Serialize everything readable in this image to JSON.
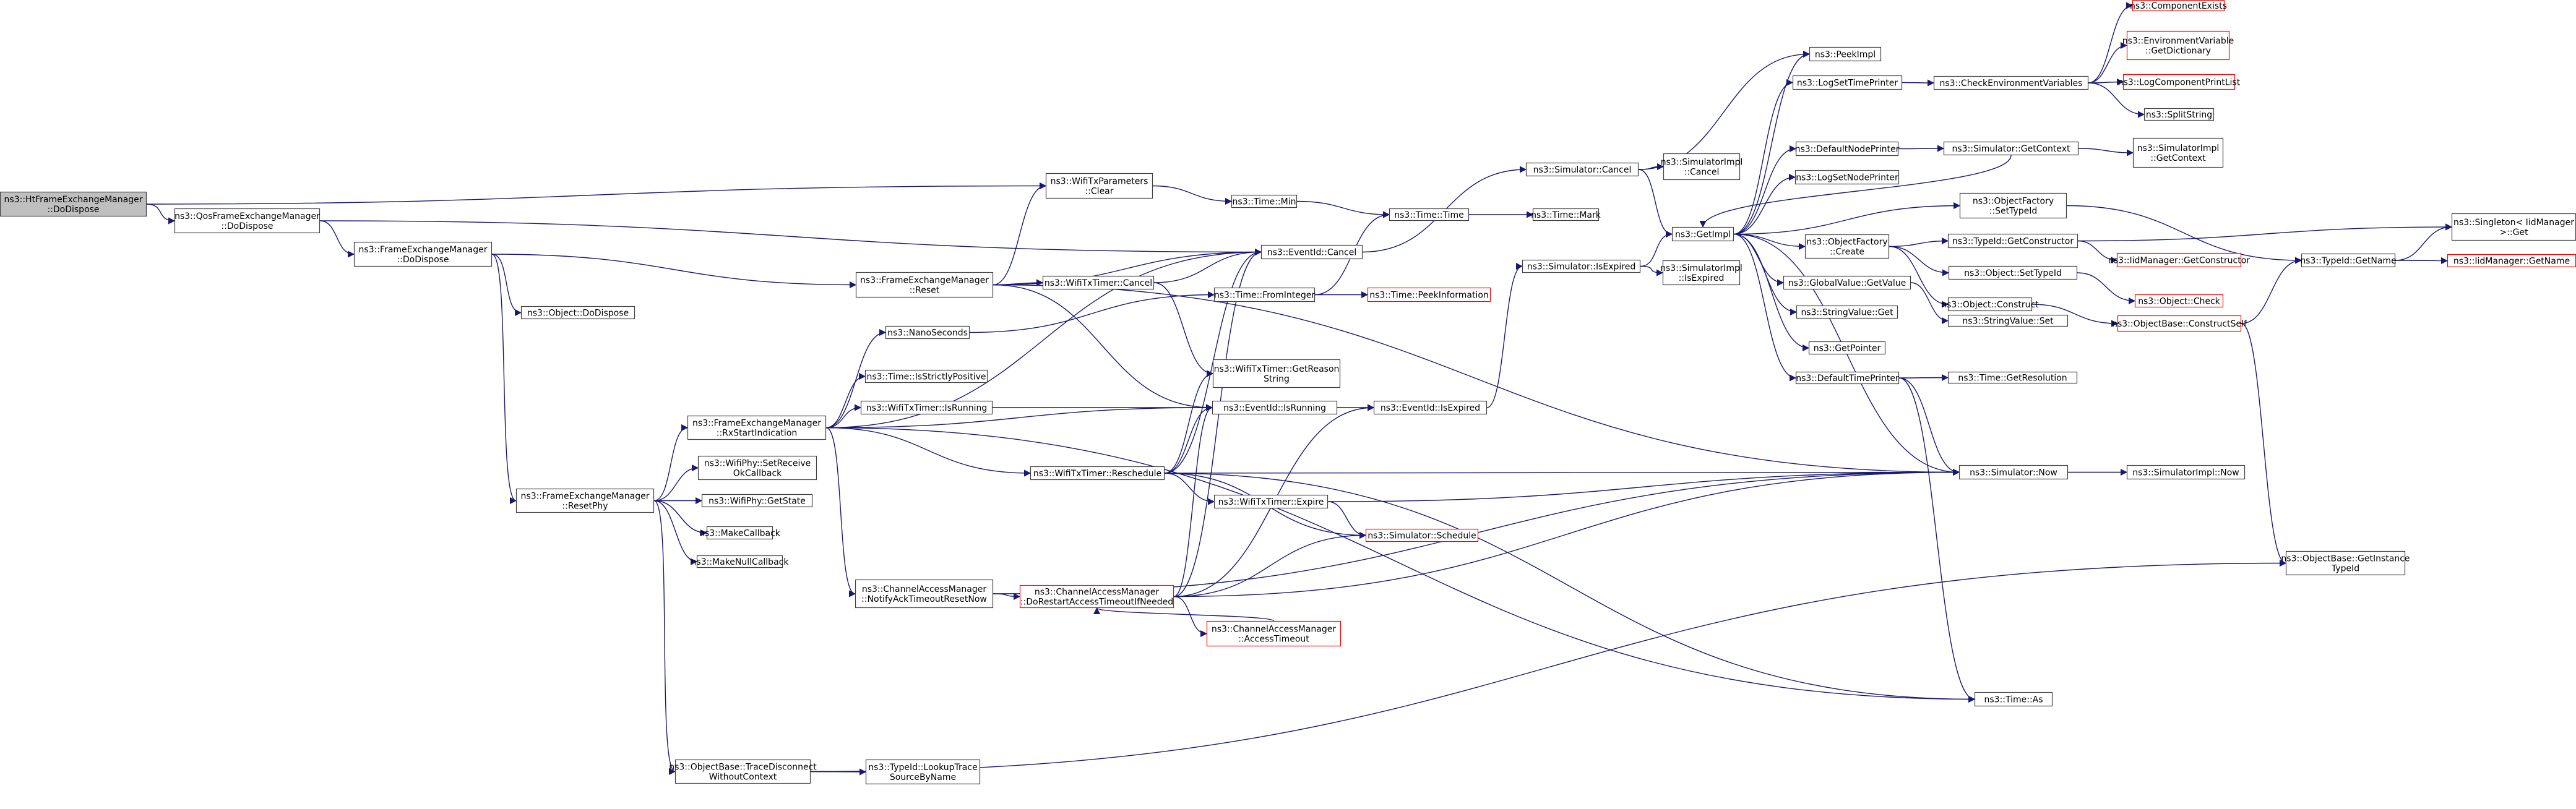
{
  "colors": {
    "background": "#ffffff",
    "node_border": "#404040",
    "truncated_border": "#ff0000",
    "root_fill": "#bfbfbf",
    "edge": "#191970"
  },
  "nodes": [
    {
      "id": "root",
      "lines": [
        "ns3::HtFrameExchangeManager",
        "::DoDispose"
      ],
      "style": "root"
    },
    {
      "id": "qos_dodispose",
      "lines": [
        "ns3::QosFrameExchangeManager",
        "::DoDispose"
      ]
    },
    {
      "id": "fem_dodispose",
      "lines": [
        "ns3::FrameExchangeManager",
        "::DoDispose"
      ]
    },
    {
      "id": "obj_dodispose",
      "lines": [
        "ns3::Object::DoDispose"
      ]
    },
    {
      "id": "fem_resetphy",
      "lines": [
        "ns3::FrameExchangeManager",
        "::ResetPhy"
      ]
    },
    {
      "id": "fem_rxstart",
      "lines": [
        "ns3::FrameExchangeManager",
        "::RxStartIndication"
      ]
    },
    {
      "id": "wifiphy_setreceive",
      "lines": [
        "ns3::WifiPhy::SetReceive",
        "OkCallback"
      ]
    },
    {
      "id": "wifiphy_getstate",
      "lines": [
        "ns3::WifiPhy::GetState"
      ]
    },
    {
      "id": "makecallback",
      "lines": [
        "ns3::MakeCallback"
      ]
    },
    {
      "id": "makenullcallback",
      "lines": [
        "ns3::MakeNullCallback"
      ]
    },
    {
      "id": "tracedisconnect",
      "lines": [
        "ns3::ObjectBase::TraceDisconnect",
        "WithoutContext"
      ]
    },
    {
      "id": "lookuptrace",
      "lines": [
        "ns3::TypeId::LookupTrace",
        "SourceByName"
      ]
    },
    {
      "id": "fem_reset",
      "lines": [
        "ns3::FrameExchangeManager",
        "::Reset"
      ]
    },
    {
      "id": "wifitxparams_clear",
      "lines": [
        "ns3::WifiTxParameters",
        "::Clear"
      ]
    },
    {
      "id": "nanoseconds",
      "lines": [
        "ns3::NanoSeconds"
      ]
    },
    {
      "id": "isstrictlypositive",
      "lines": [
        "ns3::Time::IsStrictlyPositive"
      ]
    },
    {
      "id": "wifitxtimer_isrunning",
      "lines": [
        "ns3::WifiTxTimer::IsRunning"
      ]
    },
    {
      "id": "wifitxtimer_reschedule",
      "lines": [
        "ns3::WifiTxTimer::Reschedule"
      ]
    },
    {
      "id": "cam_notifyack",
      "lines": [
        "ns3::ChannelAccessManager",
        "::NotifyAckTimeoutResetNow"
      ]
    },
    {
      "id": "cam_dorestart",
      "lines": [
        "ns3::ChannelAccessManager",
        "::DoRestartAccessTimeoutIfNeeded"
      ],
      "style": "trunc"
    },
    {
      "id": "cam_accesstimeout",
      "lines": [
        "ns3::ChannelAccessManager",
        "::AccessTimeout"
      ],
      "style": "trunc"
    },
    {
      "id": "wifitxtimer_cancel",
      "lines": [
        "ns3::WifiTxTimer::Cancel"
      ]
    },
    {
      "id": "time_min",
      "lines": [
        "ns3::Time::Min"
      ]
    },
    {
      "id": "eventid_cancel",
      "lines": [
        "ns3::EventId::Cancel"
      ]
    },
    {
      "id": "time_frominteger",
      "lines": [
        "ns3::Time::FromInteger"
      ]
    },
    {
      "id": "wifitxtimer_getreason",
      "lines": [
        "ns3::WifiTxTimer::GetReason",
        "String"
      ]
    },
    {
      "id": "eventid_isrunning",
      "lines": [
        "ns3::EventId::IsRunning"
      ]
    },
    {
      "id": "wifitxtimer_expire",
      "lines": [
        "ns3::WifiTxTimer::Expire"
      ]
    },
    {
      "id": "sim_schedule",
      "lines": [
        "ns3::Simulator::Schedule"
      ],
      "style": "trunc"
    },
    {
      "id": "time_time",
      "lines": [
        "ns3::Time::Time"
      ]
    },
    {
      "id": "time_peekinfo",
      "lines": [
        "ns3::Time::PeekInformation"
      ],
      "style": "trunc"
    },
    {
      "id": "eventid_isexpired",
      "lines": [
        "ns3::EventId::IsExpired"
      ]
    },
    {
      "id": "time_mark",
      "lines": [
        "ns3::Time::Mark"
      ]
    },
    {
      "id": "sim_cancel",
      "lines": [
        "ns3::Simulator::Cancel"
      ]
    },
    {
      "id": "sim_isexpired",
      "lines": [
        "ns3::Simulator::IsExpired"
      ]
    },
    {
      "id": "simimpl_cancel",
      "lines": [
        "ns3::SimulatorImpl",
        "::Cancel"
      ]
    },
    {
      "id": "simimpl_isexpired",
      "lines": [
        "ns3::SimulatorImpl",
        "::IsExpired"
      ]
    },
    {
      "id": "getimpl",
      "lines": [
        "ns3::GetImpl"
      ]
    },
    {
      "id": "peekimpl",
      "lines": [
        "ns3::PeekImpl"
      ]
    },
    {
      "id": "logsettimeprinter",
      "lines": [
        "ns3::LogSetTimePrinter"
      ]
    },
    {
      "id": "defaultnodeprinter",
      "lines": [
        "ns3::DefaultNodePrinter"
      ]
    },
    {
      "id": "logsetnodeprinter",
      "lines": [
        "ns3::LogSetNodePrinter"
      ]
    },
    {
      "id": "objectfactory_create",
      "lines": [
        "ns3::ObjectFactory",
        "::Create"
      ]
    },
    {
      "id": "globalvalue_getvalue",
      "lines": [
        "ns3::GlobalValue::GetValue"
      ]
    },
    {
      "id": "stringvalue_get",
      "lines": [
        "ns3::StringValue::Get"
      ]
    },
    {
      "id": "getpointer",
      "lines": [
        "ns3::GetPointer"
      ]
    },
    {
      "id": "defaulttimeprinter",
      "lines": [
        "ns3::DefaultTimePrinter"
      ]
    },
    {
      "id": "checkenvvars",
      "lines": [
        "ns3::CheckEnvironmentVariables"
      ]
    },
    {
      "id": "sim_getcontext",
      "lines": [
        "ns3::Simulator::GetContext"
      ]
    },
    {
      "id": "objectfactory_settypeid",
      "lines": [
        "ns3::ObjectFactory",
        "::SetTypeId"
      ]
    },
    {
      "id": "typeid_getconstructor",
      "lines": [
        "ns3::TypeId::GetConstructor"
      ]
    },
    {
      "id": "object_settypeid",
      "lines": [
        "ns3::Object::SetTypeId"
      ]
    },
    {
      "id": "object_construct",
      "lines": [
        "ns3::Object::Construct"
      ]
    },
    {
      "id": "stringvalue_set",
      "lines": [
        "ns3::StringValue::Set"
      ]
    },
    {
      "id": "time_getresolution",
      "lines": [
        "ns3::Time::GetResolution"
      ]
    },
    {
      "id": "sim_now",
      "lines": [
        "ns3::Simulator::Now"
      ]
    },
    {
      "id": "time_as",
      "lines": [
        "ns3::Time::As"
      ]
    },
    {
      "id": "componentexists",
      "lines": [
        "ns3::ComponentExists"
      ],
      "style": "trunc"
    },
    {
      "id": "envvar_getdict",
      "lines": [
        "ns3::EnvironmentVariable",
        "::GetDictionary"
      ],
      "style": "trunc"
    },
    {
      "id": "logcomponentprintlist",
      "lines": [
        "ns3::LogComponentPrintList"
      ],
      "style": "trunc"
    },
    {
      "id": "splitstring",
      "lines": [
        "ns3::SplitString"
      ]
    },
    {
      "id": "simimpl_getcontext",
      "lines": [
        "ns3::SimulatorImpl",
        "::GetContext"
      ]
    },
    {
      "id": "iidmanager_getconstructor",
      "lines": [
        "ns3::IidManager::GetConstructor"
      ],
      "style": "trunc"
    },
    {
      "id": "object_check",
      "lines": [
        "ns3::Object::Check"
      ],
      "style": "trunc"
    },
    {
      "id": "objectbase_constructself",
      "lines": [
        "ns3::ObjectBase::ConstructSelf"
      ],
      "style": "trunc"
    },
    {
      "id": "typeid_getname",
      "lines": [
        "ns3::TypeId::GetName"
      ]
    },
    {
      "id": "simimpl_now",
      "lines": [
        "ns3::SimulatorImpl::Now"
      ]
    },
    {
      "id": "singleton_get",
      "lines": [
        "ns3::Singleton< IidManager",
        " >::Get"
      ]
    },
    {
      "id": "iidmanager_getname",
      "lines": [
        "ns3::IidManager::GetName"
      ],
      "style": "trunc"
    },
    {
      "id": "objectbase_getinstancetypeid",
      "lines": [
        "ns3::ObjectBase::GetInstance",
        "TypeId"
      ]
    }
  ],
  "edges": [
    [
      "root",
      "qos_dodispose"
    ],
    [
      "root",
      "wifitxparams_clear"
    ],
    [
      "qos_dodispose",
      "fem_dodispose"
    ],
    [
      "qos_dodispose",
      "eventid_cancel"
    ],
    [
      "fem_dodispose",
      "obj_dodispose"
    ],
    [
      "fem_dodispose",
      "fem_resetphy"
    ],
    [
      "fem_dodispose",
      "fem_reset"
    ],
    [
      "fem_resetphy",
      "fem_rxstart"
    ],
    [
      "fem_resetphy",
      "wifiphy_setreceive"
    ],
    [
      "fem_resetphy",
      "wifiphy_getstate"
    ],
    [
      "fem_resetphy",
      "makecallback"
    ],
    [
      "fem_resetphy",
      "makenullcallback"
    ],
    [
      "fem_resetphy",
      "tracedisconnect"
    ],
    [
      "tracedisconnect",
      "lookuptrace"
    ],
    [
      "tracedisconnect",
      "objectbase_getinstancetypeid"
    ],
    [
      "fem_rxstart",
      "nanoseconds"
    ],
    [
      "fem_rxstart",
      "isstrictlypositive"
    ],
    [
      "fem_rxstart",
      "wifitxtimer_isrunning"
    ],
    [
      "fem_rxstart",
      "wifitxtimer_reschedule"
    ],
    [
      "fem_rxstart",
      "cam_notifyack"
    ],
    [
      "fem_rxstart",
      "eventid_cancel"
    ],
    [
      "fem_rxstart",
      "eventid_isrunning"
    ],
    [
      "fem_rxstart",
      "time_as"
    ],
    [
      "fem_reset",
      "wifitxparams_clear"
    ],
    [
      "fem_reset",
      "wifitxtimer_cancel"
    ],
    [
      "fem_reset",
      "eventid_cancel"
    ],
    [
      "fem_reset",
      "eventid_isrunning"
    ],
    [
      "fem_reset",
      "sim_now"
    ],
    [
      "wifitxparams_clear",
      "time_min"
    ],
    [
      "time_min",
      "time_time"
    ],
    [
      "nanoseconds",
      "time_frominteger"
    ],
    [
      "time_frominteger",
      "time_time"
    ],
    [
      "time_frominteger",
      "time_peekinfo"
    ],
    [
      "time_time",
      "time_mark"
    ],
    [
      "wifitxtimer_cancel",
      "eventid_cancel"
    ],
    [
      "wifitxtimer_cancel",
      "wifitxtimer_getreason"
    ],
    [
      "wifitxtimer_isrunning",
      "eventid_isrunning"
    ],
    [
      "wifitxtimer_reschedule",
      "eventid_cancel"
    ],
    [
      "wifitxtimer_reschedule",
      "eventid_isrunning"
    ],
    [
      "wifitxtimer_reschedule",
      "wifitxtimer_getreason"
    ],
    [
      "wifitxtimer_reschedule",
      "wifitxtimer_expire"
    ],
    [
      "wifitxtimer_reschedule",
      "sim_schedule"
    ],
    [
      "wifitxtimer_reschedule",
      "sim_now"
    ],
    [
      "wifitxtimer_reschedule",
      "time_as"
    ],
    [
      "wifitxtimer_expire",
      "sim_schedule"
    ],
    [
      "wifitxtimer_expire",
      "sim_now"
    ],
    [
      "cam_notifyack",
      "cam_dorestart"
    ],
    [
      "cam_notifyack",
      "sim_now"
    ],
    [
      "cam_dorestart",
      "cam_accesstimeout"
    ],
    [
      "cam_accesstimeout",
      "cam_dorestart"
    ],
    [
      "cam_dorestart",
      "eventid_cancel"
    ],
    [
      "cam_dorestart",
      "eventid_isrunning"
    ],
    [
      "cam_dorestart",
      "eventid_isexpired"
    ],
    [
      "cam_dorestart",
      "sim_schedule"
    ],
    [
      "cam_dorestart",
      "sim_now"
    ],
    [
      "eventid_cancel",
      "sim_cancel"
    ],
    [
      "eventid_isrunning",
      "eventid_isexpired"
    ],
    [
      "eventid_isexpired",
      "sim_isexpired"
    ],
    [
      "sim_cancel",
      "simimpl_cancel"
    ],
    [
      "sim_cancel",
      "getimpl"
    ],
    [
      "sim_cancel",
      "peekimpl"
    ],
    [
      "sim_isexpired",
      "simimpl_isexpired"
    ],
    [
      "sim_isexpired",
      "getimpl"
    ],
    [
      "getimpl",
      "peekimpl"
    ],
    [
      "getimpl",
      "logsettimeprinter"
    ],
    [
      "getimpl",
      "defaultnodeprinter"
    ],
    [
      "getimpl",
      "logsetnodeprinter"
    ],
    [
      "getimpl",
      "objectfactory_settypeid"
    ],
    [
      "getimpl",
      "objectfactory_create"
    ],
    [
      "getimpl",
      "globalvalue_getvalue"
    ],
    [
      "getimpl",
      "stringvalue_get"
    ],
    [
      "getimpl",
      "getpointer"
    ],
    [
      "getimpl",
      "defaulttimeprinter"
    ],
    [
      "getimpl",
      "sim_now"
    ],
    [
      "logsettimeprinter",
      "checkenvvars"
    ],
    [
      "checkenvvars",
      "componentexists"
    ],
    [
      "checkenvvars",
      "envvar_getdict"
    ],
    [
      "checkenvvars",
      "logcomponentprintlist"
    ],
    [
      "checkenvvars",
      "splitstring"
    ],
    [
      "defaultnodeprinter",
      "sim_getcontext"
    ],
    [
      "sim_getcontext",
      "getimpl"
    ],
    [
      "sim_getcontext",
      "simimpl_getcontext"
    ],
    [
      "objectfactory_settypeid",
      "typeid_getname"
    ],
    [
      "objectfactory_create",
      "typeid_getconstructor"
    ],
    [
      "objectfactory_create",
      "object_settypeid"
    ],
    [
      "objectfactory_create",
      "object_construct"
    ],
    [
      "typeid_getconstructor",
      "iidmanager_getconstructor"
    ],
    [
      "typeid_getconstructor",
      "singleton_get"
    ],
    [
      "object_settypeid",
      "object_check"
    ],
    [
      "object_construct",
      "objectbase_constructself"
    ],
    [
      "objectbase_constructself",
      "typeid_getname"
    ],
    [
      "objectbase_constructself",
      "objectbase_getinstancetypeid"
    ],
    [
      "typeid_getname",
      "singleton_get"
    ],
    [
      "typeid_getname",
      "iidmanager_getname"
    ],
    [
      "globalvalue_getvalue",
      "stringvalue_set"
    ],
    [
      "defaulttimeprinter",
      "time_getresolution"
    ],
    [
      "defaulttimeprinter",
      "sim_now"
    ],
    [
      "defaulttimeprinter",
      "time_as"
    ],
    [
      "sim_now",
      "simimpl_now"
    ]
  ]
}
